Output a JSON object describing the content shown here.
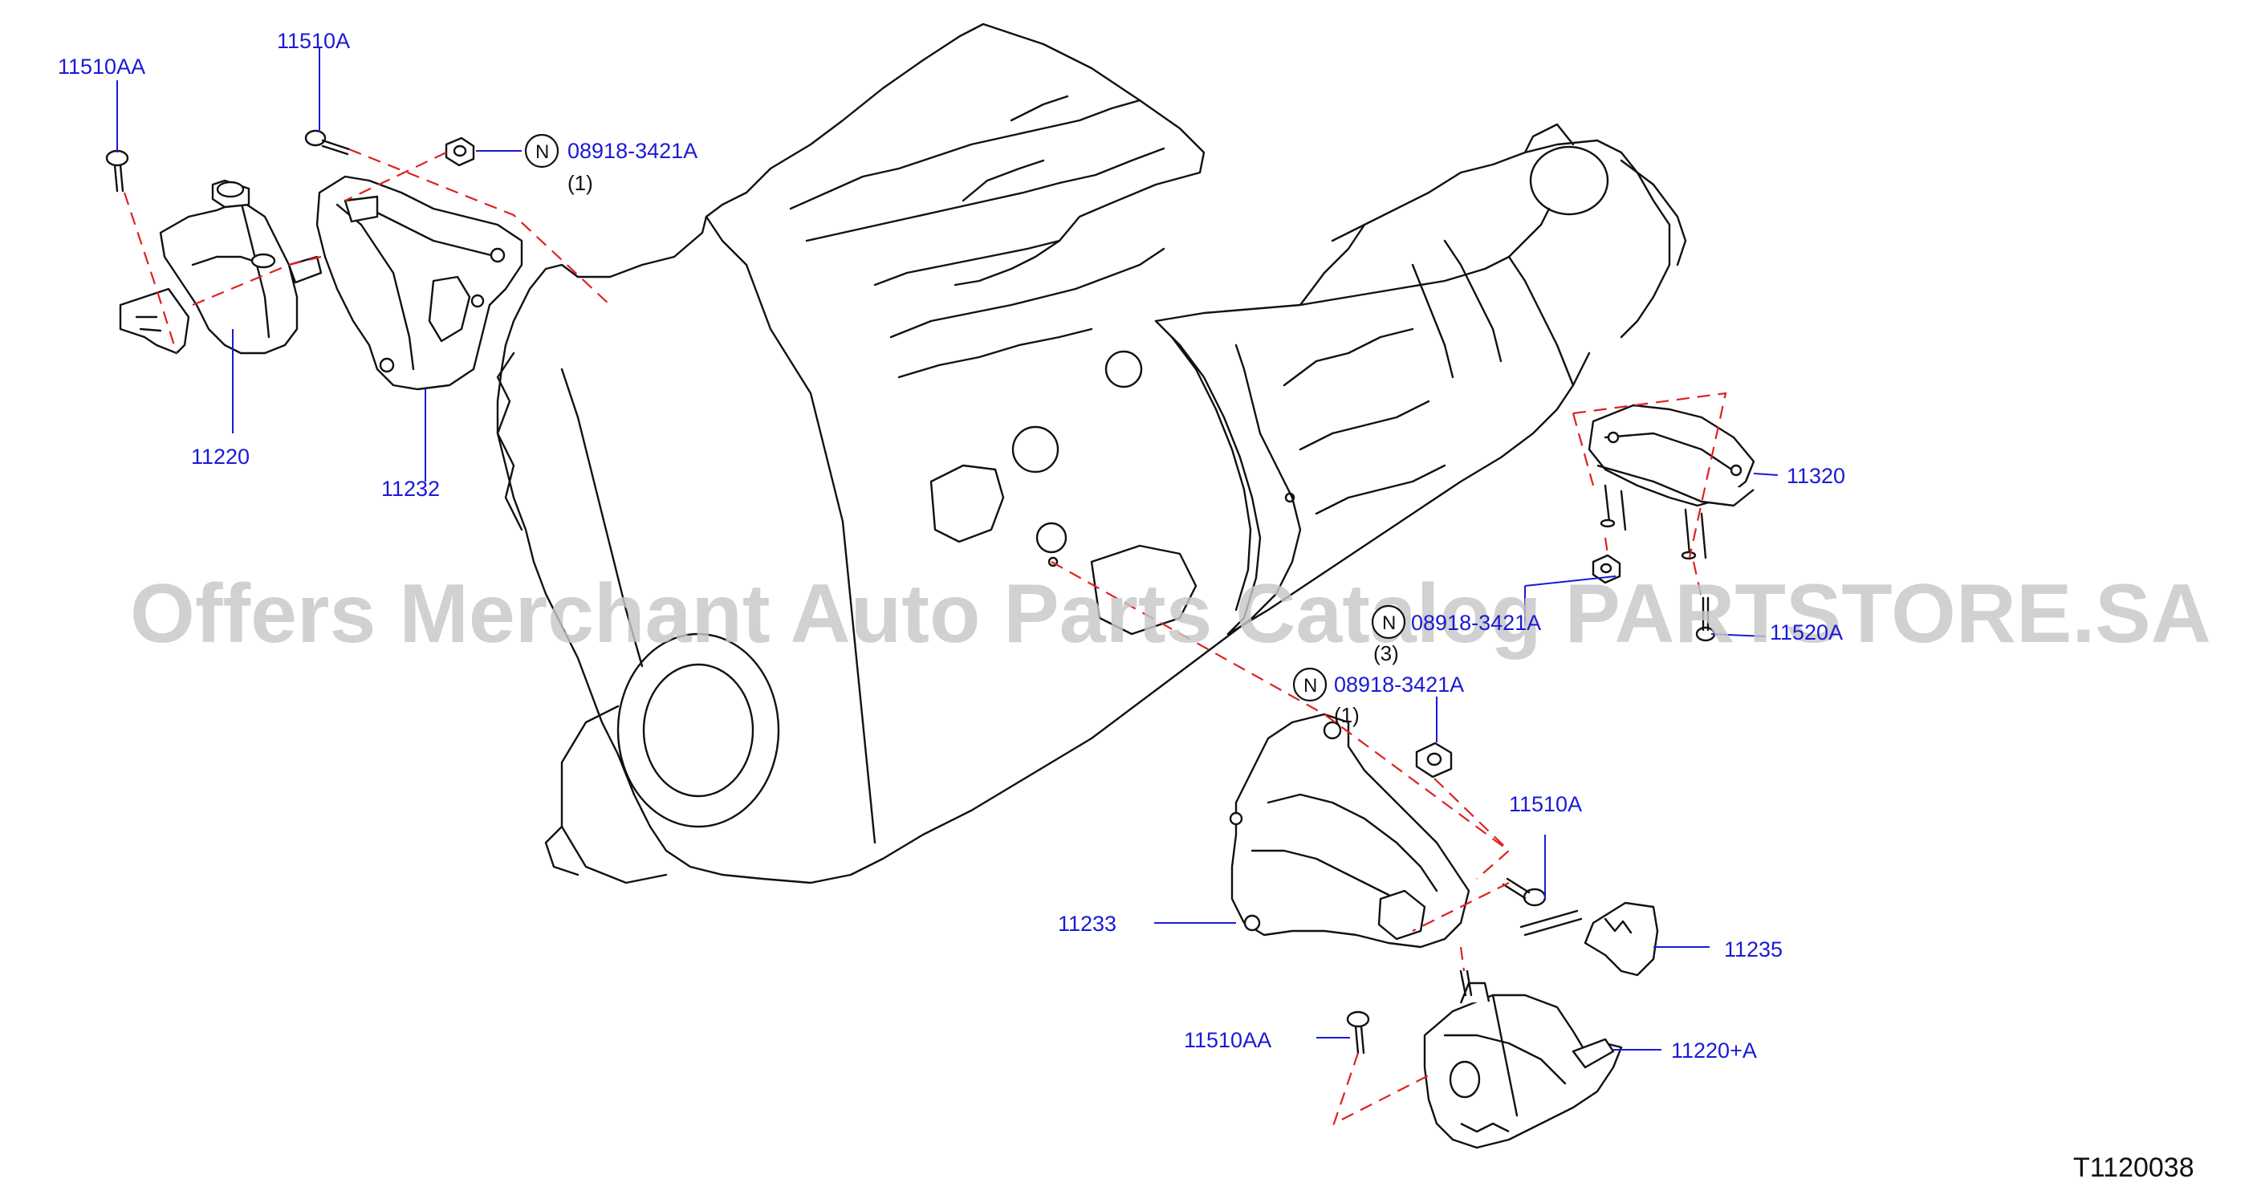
{
  "diagram_code": "T1120038",
  "watermark": "Offers Merchant Auto Parts Catalog PARTSTORE.SA",
  "callouts": {
    "c11510aa_top": "11510AA",
    "c11510a_top": "11510A",
    "c08918_top": "08918-3421A",
    "c08918_top_qty": "(1)",
    "c11220": "11220",
    "c11232": "11232",
    "c11320": "11320",
    "c08918_mid": "08918-3421A",
    "c08918_mid_qty": "(3)",
    "c11520a": "11520A",
    "c08918_low": "08918-3421A",
    "c08918_low_qty": "(1)",
    "c11510a_low": "11510A",
    "c11233": "11233",
    "c11235": "11235",
    "c11510aa_low": "11510AA",
    "c11220a": "11220+A"
  },
  "symbols": {
    "note_marker": "N"
  },
  "colors": {
    "callout": "#1a1ad6",
    "dashed_line": "#e02020",
    "line_art": "#111111",
    "watermark": "#c8c8c8"
  },
  "icons": [
    "engine-drawing",
    "transmission-drawing",
    "engine-mount-insulator",
    "engine-mount-bracket",
    "bolt",
    "nut",
    "rear-mount-insulator",
    "heat-shield"
  ]
}
